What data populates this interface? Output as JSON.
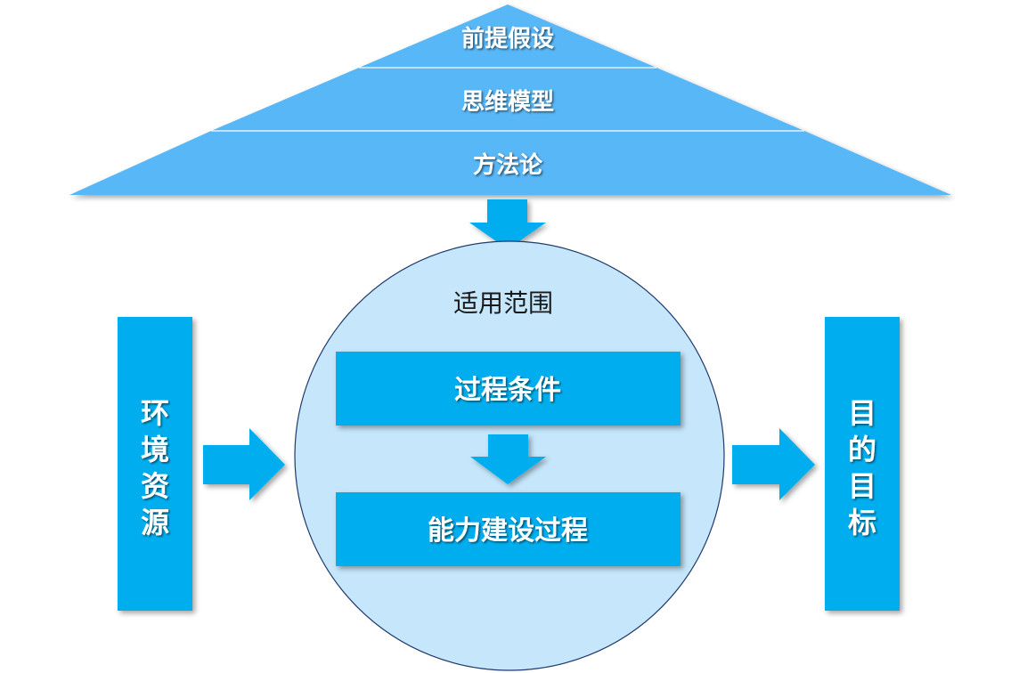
{
  "roof": {
    "tiers": [
      "前提假设",
      "思维模型",
      "方法论"
    ]
  },
  "scope": {
    "label": "适用范围",
    "process_condition": "过程条件",
    "capability_process": "能力建设过程"
  },
  "left_pillar": {
    "chars": [
      "环",
      "境",
      "资",
      "源"
    ]
  },
  "right_pillar": {
    "chars": [
      "目",
      "的",
      "目",
      "标"
    ]
  },
  "colors": {
    "roof": "#59b7f7",
    "box": "#00aeef",
    "arrow": "#00aeef",
    "circle_fill": "#c5e6fb",
    "circle_stroke": "#1f3a6b"
  }
}
